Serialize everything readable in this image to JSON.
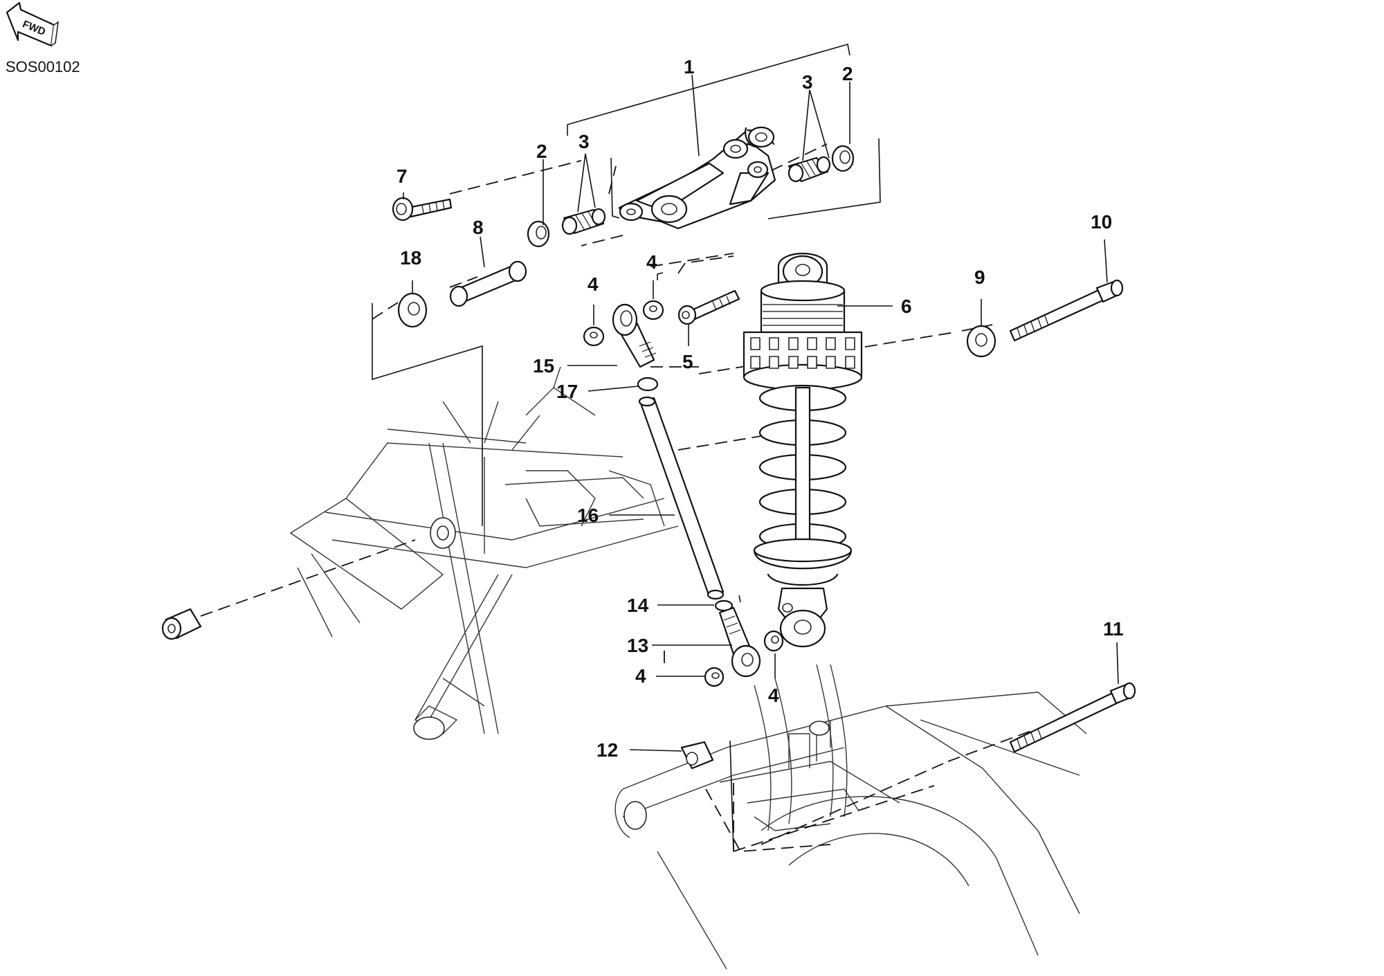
{
  "diagram": {
    "drawing_code": "SOS00102",
    "fwd_label": "FWD",
    "colors": {
      "line": "#111111",
      "background": "#ffffff"
    },
    "callouts": [
      {
        "id": "c1",
        "label": "1"
      },
      {
        "id": "c2a",
        "label": "2"
      },
      {
        "id": "c2b",
        "label": "2"
      },
      {
        "id": "c3a",
        "label": "3"
      },
      {
        "id": "c3b",
        "label": "3"
      },
      {
        "id": "c4a",
        "label": "4"
      },
      {
        "id": "c4b",
        "label": "4"
      },
      {
        "id": "c4c",
        "label": "4"
      },
      {
        "id": "c4d",
        "label": "4"
      },
      {
        "id": "c5",
        "label": "5"
      },
      {
        "id": "c6",
        "label": "6"
      },
      {
        "id": "c7",
        "label": "7"
      },
      {
        "id": "c8",
        "label": "8"
      },
      {
        "id": "c9",
        "label": "9"
      },
      {
        "id": "c10",
        "label": "10"
      },
      {
        "id": "c11",
        "label": "11"
      },
      {
        "id": "c12",
        "label": "12"
      },
      {
        "id": "c13",
        "label": "13"
      },
      {
        "id": "c14",
        "label": "14"
      },
      {
        "id": "c15",
        "label": "15"
      },
      {
        "id": "c16",
        "label": "16"
      },
      {
        "id": "c17",
        "label": "17"
      },
      {
        "id": "c18",
        "label": "18"
      }
    ]
  }
}
